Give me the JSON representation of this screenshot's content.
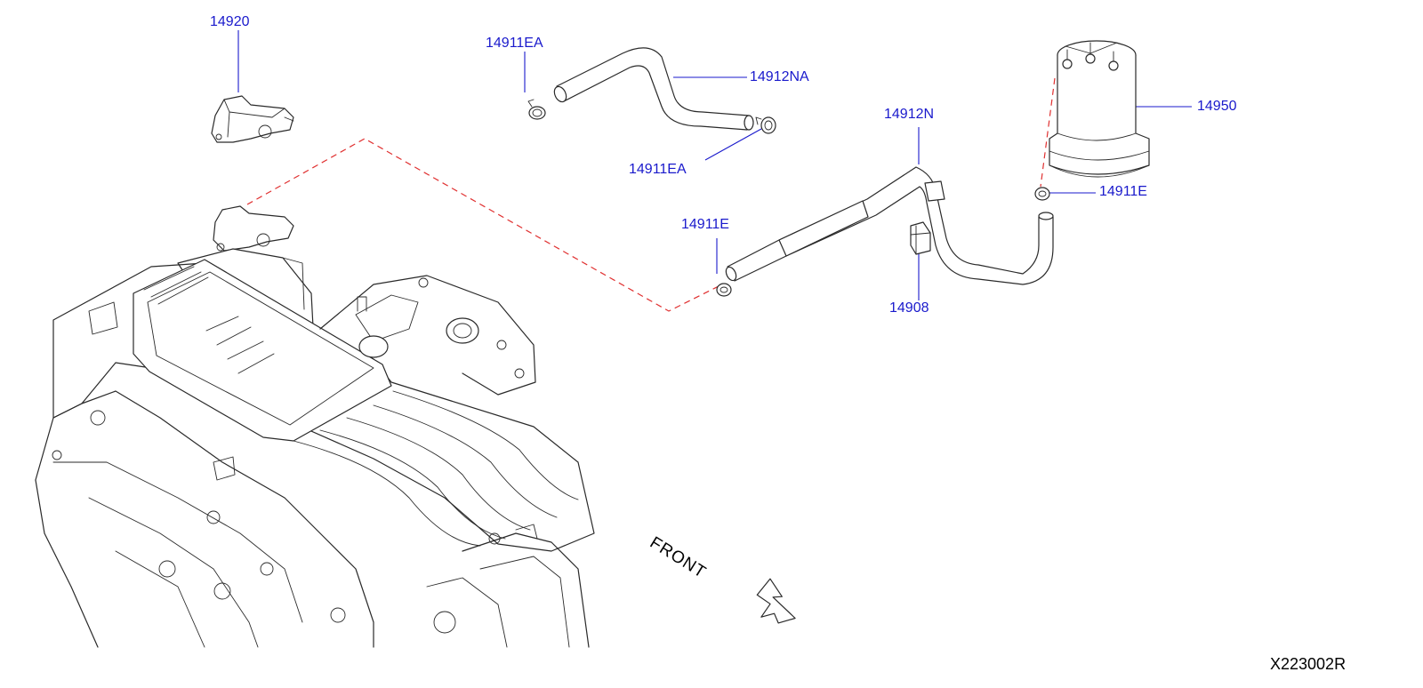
{
  "diagram": {
    "parts": [
      {
        "id": "p14920",
        "label": "14920"
      },
      {
        "id": "p14911EA_top",
        "label": "14911EA"
      },
      {
        "id": "p14912NA",
        "label": "14912NA"
      },
      {
        "id": "p14911EA_bottom",
        "label": "14911EA"
      },
      {
        "id": "p14912N",
        "label": "14912N"
      },
      {
        "id": "p14950",
        "label": "14950"
      },
      {
        "id": "p14911E_right",
        "label": "14911E"
      },
      {
        "id": "p14911E_left",
        "label": "14911E"
      },
      {
        "id": "p14908",
        "label": "14908"
      }
    ],
    "direction_label": "FRONT",
    "reference_code": "X223002R",
    "colors": {
      "callout": "#1a1acc",
      "dashed_guide": "#e03030",
      "linework": "#2a2a2a"
    }
  }
}
